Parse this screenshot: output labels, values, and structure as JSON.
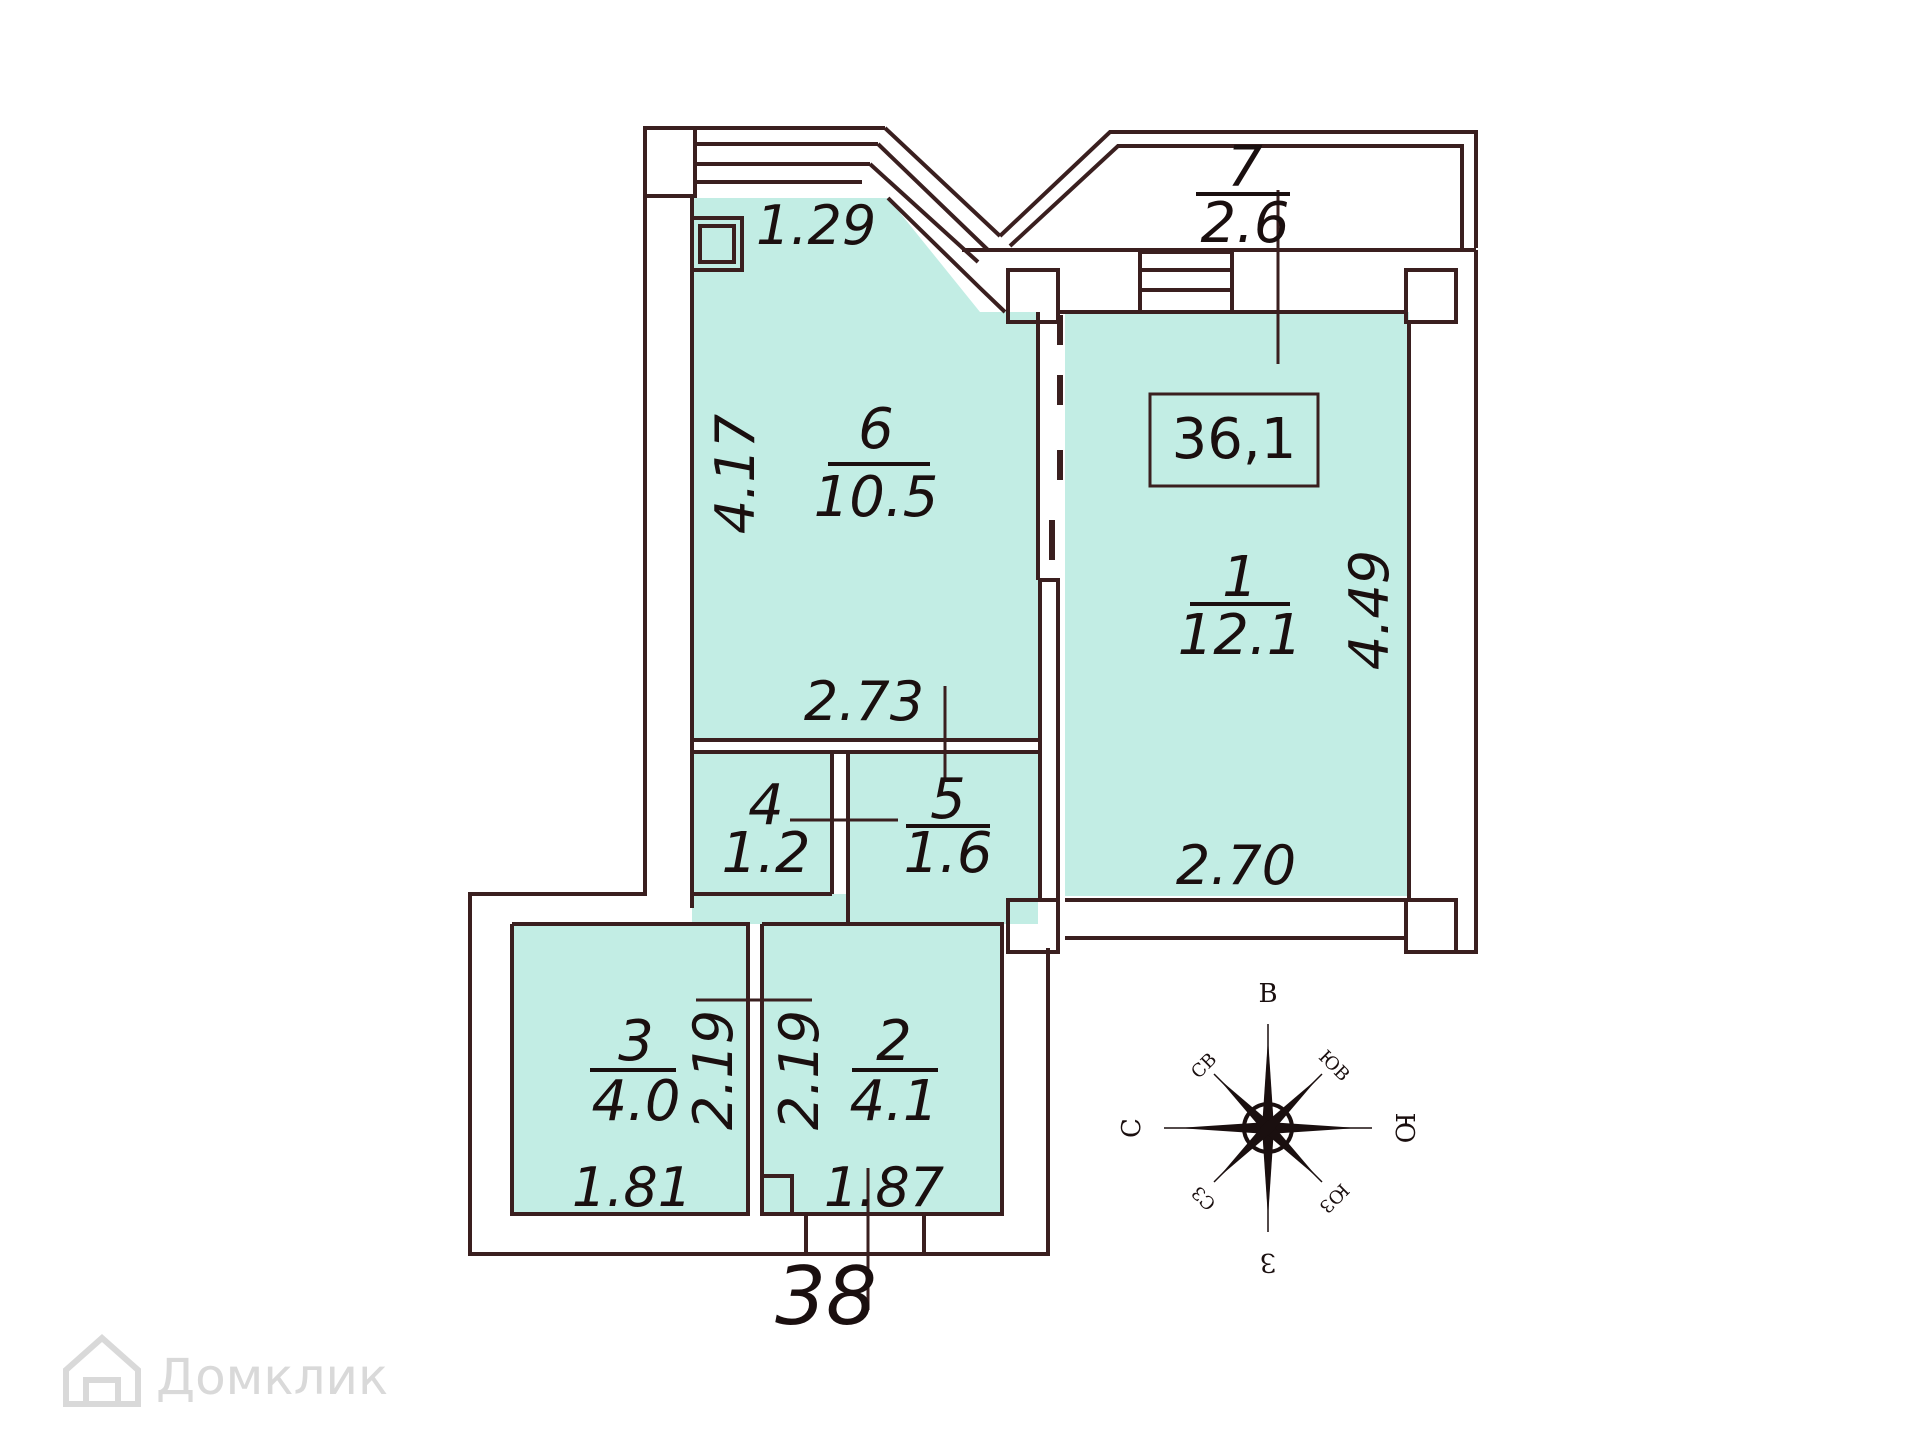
{
  "total_area": "36,1",
  "apartment_number": "38",
  "rooms": [
    {
      "id": "room-1",
      "number": "1",
      "area": "12.1"
    },
    {
      "id": "room-2",
      "number": "2",
      "area": "4.1"
    },
    {
      "id": "room-3",
      "number": "3",
      "area": "4.0"
    },
    {
      "id": "room-4",
      "number": "4",
      "area": "1.2"
    },
    {
      "id": "room-5",
      "number": "5",
      "area": "1.6"
    },
    {
      "id": "room-6",
      "number": "6",
      "area": "10.5"
    },
    {
      "id": "room-7",
      "number": "7",
      "area": "2.6"
    }
  ],
  "dimensions": {
    "room6_top": "1.29",
    "room6_side": "4.17",
    "room6_bottom": "2.73",
    "room1_side": "4.49",
    "room1_bottom": "2.70",
    "room3_side": "2.19",
    "room2_side": "2.19",
    "room3_bottom": "1.81",
    "room2_bottom": "1.87"
  },
  "compass": {
    "n": "С",
    "s": "Ю",
    "e": "В",
    "w": "З",
    "ne": "СВ",
    "se": "ЮВ",
    "sw": "ЮЗ",
    "nw": "СЗ"
  },
  "watermark": "Домклик",
  "colors": {
    "room_fill": "#c2ede4",
    "wall": "#3a1f1f",
    "background": "#ffffff"
  }
}
